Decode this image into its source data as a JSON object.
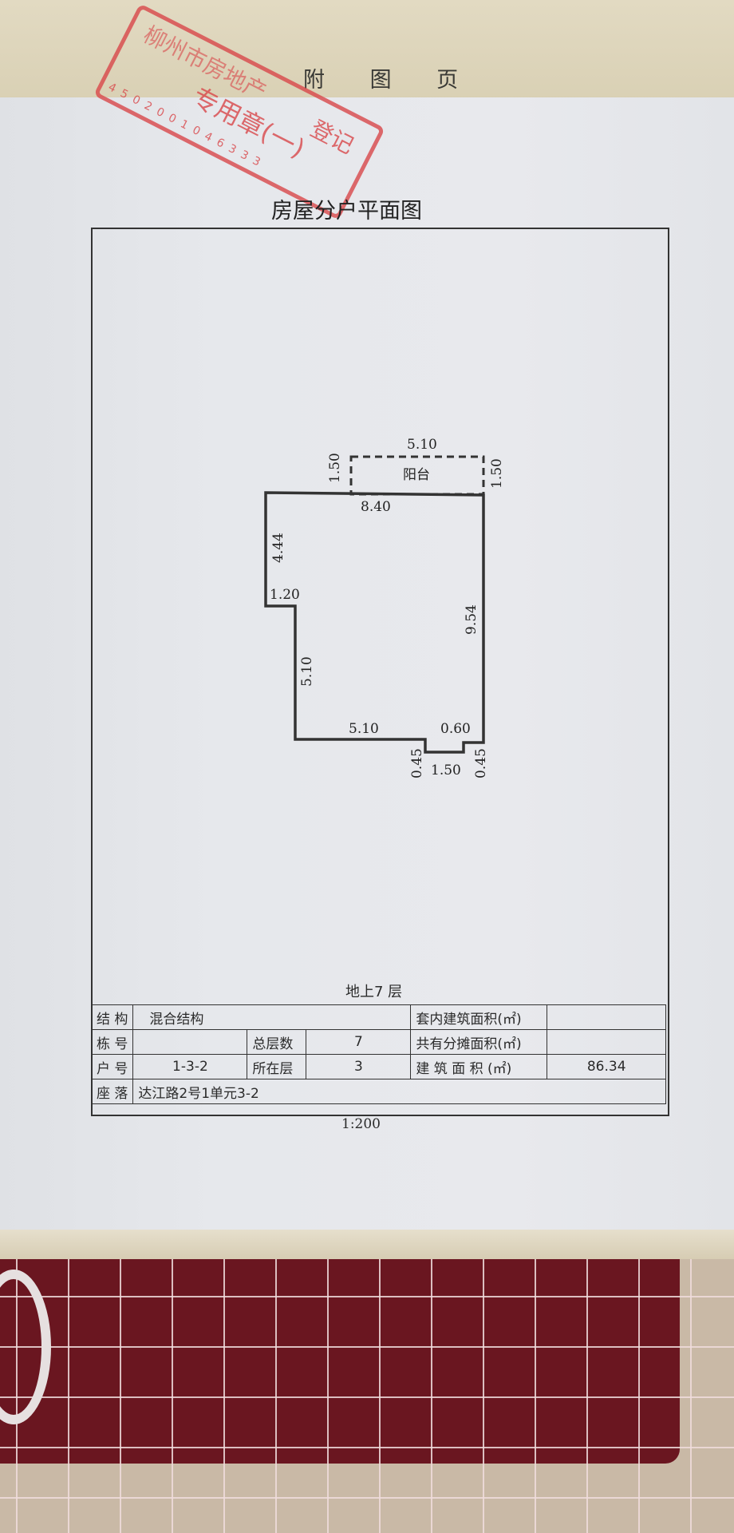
{
  "header": {
    "appendix_title": "附 图 页"
  },
  "stamp": {
    "text_top": "柳州市房地产",
    "text_middle": "专用章(一)",
    "text_side": "登记",
    "serial": "4502001046333"
  },
  "document": {
    "title": "房屋分户平面图",
    "floor_label": "地上7 层",
    "scale": "1:200"
  },
  "plan": {
    "balcony_label": "阳台",
    "dimensions": {
      "balcony_width": "5.10",
      "balcony_depth_left": "1.50",
      "balcony_depth_right": "1.50",
      "top_width": "8.40",
      "left_upper": "4.44",
      "left_step": "1.20",
      "left_lower": "5.10",
      "bottom_left": "5.10",
      "bottom_right": "0.60",
      "right_height": "9.54",
      "notch_left": "0.45",
      "notch_width": "1.50",
      "notch_right": "0.45"
    }
  },
  "info_table": {
    "structure_label": "结 构",
    "structure_value": "混合结构",
    "inner_area_label": "套内建筑面积(㎡)",
    "inner_area_value": "",
    "building_no_label": "栋 号",
    "building_no_value": "",
    "total_floors_label": "总层数",
    "total_floors_value": "7",
    "shared_area_label": "共有分摊面积(㎡)",
    "shared_area_value": "",
    "unit_no_label": "户 号",
    "unit_no_value": "1-3-2",
    "floor_label": "所在层",
    "floor_value": "3",
    "gross_area_label": "建 筑 面 积 (㎡)",
    "gross_area_value": "86.34",
    "location_label": "座 落",
    "location_value": "达江路2号1单元3-2"
  },
  "colors": {
    "stamp": "#d9474a",
    "mat": "#6a1620",
    "paper": "#e6e8ec"
  }
}
